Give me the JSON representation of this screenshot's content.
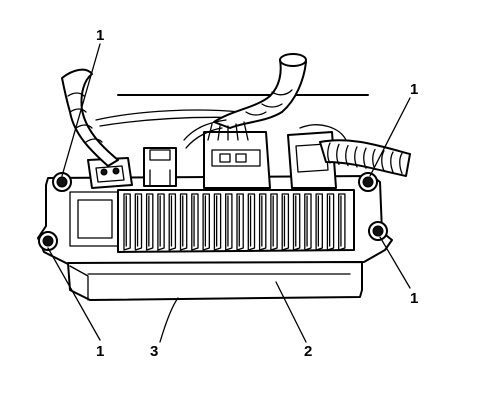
{
  "diagram": {
    "callouts": [
      {
        "id": "c1-top-left",
        "label": "1"
      },
      {
        "id": "c1-top-right",
        "label": "1"
      },
      {
        "id": "c1-right",
        "label": "1"
      },
      {
        "id": "c1-bottom-left",
        "label": "1"
      },
      {
        "id": "c3-bottom",
        "label": "3"
      },
      {
        "id": "c2-bottom",
        "label": "2"
      }
    ]
  }
}
